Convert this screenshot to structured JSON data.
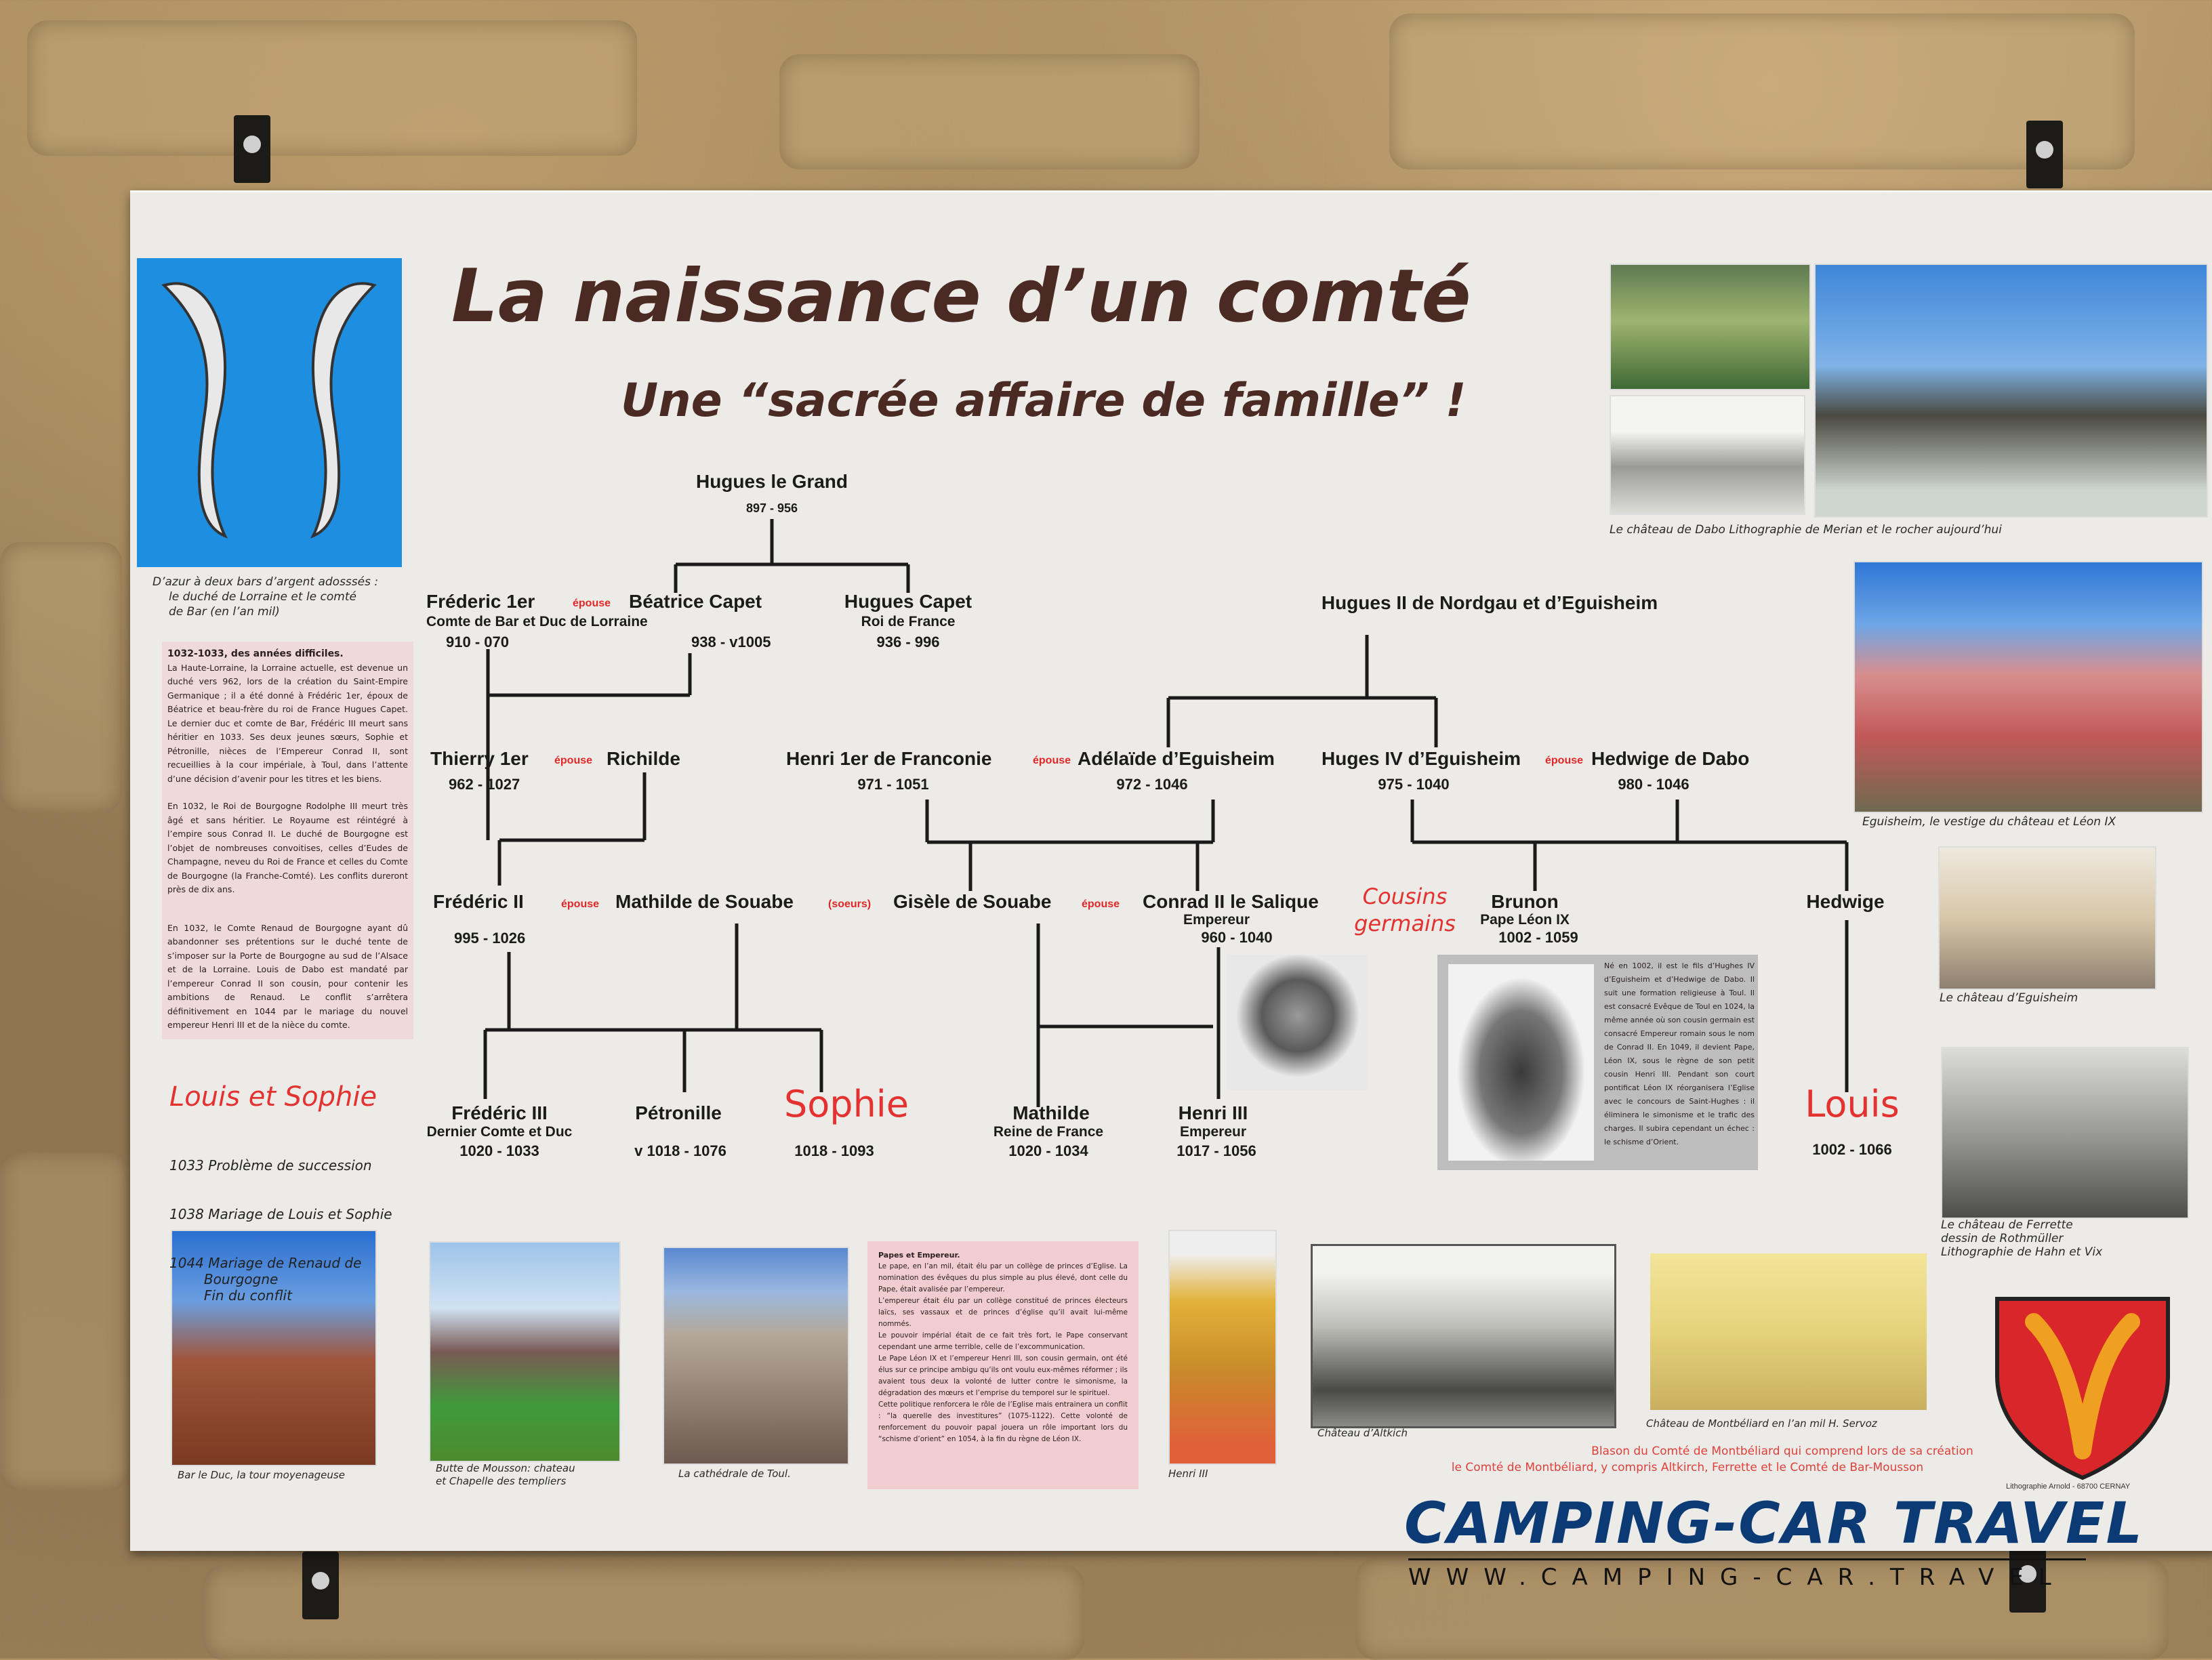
{
  "title": "La naissance d’un comté",
  "subtitle": "Une “sacrée  affaire  de famille” !",
  "blason_left_caption": [
    "D’azur à deux bars d’argent adosssés :",
    "le duché de Lorraine et le comté",
    "de Bar  (en l’an mil)"
  ],
  "box_difficult_years": {
    "heading": "1032-1033, des années difficiles.",
    "paragraphs": [
      "La Haute-Lorraine, la Lorraine actuelle, est devenue un duché vers 962, lors de la création du Saint-Empire Germanique ; il a été donné à Frédéric 1er, époux de Béatrice et beau-frère du roi de France Hugues Capet. Le dernier duc et comte de Bar, Frédéric III meurt sans héritier en 1033. Ses deux jeunes sœurs, Sophie et Pétronille, nièces de l’Empereur Conrad II, sont recueillies à la cour impériale, à Toul, dans l’attente d’une décision d’avenir pour les titres et les biens.",
      "En 1032, le Roi de Bourgogne Rodolphe III meurt très âgé et sans héritier. Le Royaume est réintégré à l’empire sous Conrad II. Le duché de Bourgogne est l’objet de nombreuses convoitises, celles d’Eudes de Champagne, neveu du Roi de France et celles du Comte de Bourgogne (la Franche-Comté). Les conflits dureront près de dix ans.",
      "En 1032, le Comte Renaud de Bourgogne ayant dû abandonner ses prétentions sur le duché tente de s’imposer sur la Porte de Bourgogne au sud de l’Alsace et de la Lorraine. Louis de Dabo est mandaté par l’empereur Conrad II son cousin, pour contenir les ambitions de Renaud. Le conflit s’arrêtera définitivement en 1044 par le mariage du nouvel empereur Henri III et de la nièce du comte."
    ]
  },
  "louis_sophie": {
    "heading": "Louis et Sophie",
    "items": [
      "1033 Problème de succession",
      "1038 Mariage de Louis et Sophie",
      "1044 Mariage de Renaud de\n        Bourgogne\n        Fin du conflit"
    ]
  },
  "tree": {
    "epouse": "épouse",
    "soeurs": "(soeurs)",
    "cousins": [
      "Cousins",
      "germains"
    ],
    "hugues_grand": {
      "name": "Hugues le Grand",
      "dates": "897 - 956"
    },
    "frederic1": {
      "name": "Fréderic 1er",
      "title": "Comte de Bar et Duc de Lorraine",
      "dates": "910 - 070"
    },
    "beatrice": {
      "name": "Béatrice Capet",
      "dates": "938 - v1005"
    },
    "hugues_capet": {
      "name": "Hugues Capet",
      "title": "Roi de France",
      "dates": "936 - 996"
    },
    "hugues2": {
      "name": "Hugues II de Nordgau et d’Eguisheim"
    },
    "thierry": {
      "name": "Thierry 1er",
      "dates": "962 - 1027"
    },
    "richilde": {
      "name": "Richilde"
    },
    "henri1": {
      "name": "Henri 1er de Franconie",
      "dates": "971 - 1051"
    },
    "adelaide": {
      "name": "Adélaïde d’Eguisheim",
      "dates": "972 - 1046"
    },
    "huges4": {
      "name": "Huges IV d’Eguisheim",
      "dates": "975 - 1040"
    },
    "hedwige_dabo": {
      "name": "Hedwige de Dabo",
      "dates": "980 - 1046"
    },
    "frederic2": {
      "name": "Frédéric II",
      "dates": "995 - 1026"
    },
    "mathilde_souabe": {
      "name": "Mathilde de Souabe"
    },
    "gisele": {
      "name": "Gisèle de Souabe"
    },
    "conrad2": {
      "name": "Conrad II le Salique",
      "title": "Empereur",
      "dates": "960 - 1040"
    },
    "brunon": {
      "name": "Brunon",
      "title": "Pape Léon IX",
      "dates": "1002 - 1059"
    },
    "hedwige": {
      "name": "Hedwige"
    },
    "frederic3": {
      "name": "Frédéric III",
      "title": "Dernier Comte et Duc",
      "dates": "1020 - 1033"
    },
    "petronille": {
      "name": "Pétronille",
      "dates": "v 1018 - 1076"
    },
    "sophie": {
      "name": "Sophie",
      "dates": "1018 - 1093"
    },
    "mathilde": {
      "name": "Mathilde",
      "title": "Reine de France",
      "dates": "1020 - 1034"
    },
    "henri3": {
      "name": "Henri III",
      "title": "Empereur",
      "dates": "1017 - 1056"
    },
    "louis": {
      "name": "Louis",
      "dates": "1002 - 1066"
    }
  },
  "leon_box": "Né en 1002, il est le fils d’Hughes IV d’Eguisheim et d’Hedwige de Dabo. Il suit une formation religieuse à Toul. Il est consacré Evêque de Toul en 1024, la même année où son cousin germain est consacré Empereur romain sous le nom de Conrad II. En 1049, il devient Pape, Léon IX, sous le règne de son petit cousin Henri III. Pendant son court pontificat Léon IX réorganisera l’Eglise avec le concours de Saint-Hughes : il éliminera le simonisme et le trafic des charges. Il subira cependant un échec : le schisme d’Orient.",
  "papes_box": {
    "heading": "Papes et Empereur.",
    "paragraphs": [
      "Le pape, en l’an mil, était élu par un collège de princes d’Eglise. La nomination des évêques du plus simple au plus élevé, dont celle du Pape, était avalisée par l’empereur.",
      "L’empereur était élu par un collège constitué de princes électeurs laïcs, ses vassaux et de princes d’église qu’il avait lui-même nommés.",
      "Le pouvoir impérial était de ce fait très fort, le Pape conservant cependant une arme terrible, celle de l’excommunication.",
      "Le Pape Léon IX et l’empereur Henri III, son cousin germain, ont été élus sur ce principe ambigu qu’ils ont voulu eux-mêmes réformer ; ils avaient tous deux la volonté de lutter contre le simonisme, la dégradation des mœurs et l’emprise du temporel sur le spirituel.",
      "Cette politique renforcera le rôle de l’Eglise mais entrainera un conflit : “la querelle des investitures” (1075-1122). Cette volonté de renforcement du pouvoir papal jouera un rôle important lors du “schisme d’orient” en 1054, à la fin du règne de Léon IX."
    ]
  },
  "captions": {
    "dabo": "Le château de Dabo  Lithographie de Merian et  le rocher aujourd’hui",
    "eguisheim_photo": "Eguisheim, le vestige du château et Léon IX",
    "eguisheim_litho": "Le château d’Eguisheim",
    "ferrette": [
      "Le château de Ferrette",
      "dessin de Rothmüller",
      "Lithographie de Hahn et Vix"
    ],
    "bar_le_duc": "Bar le Duc, la tour moyenageuse",
    "mousson": [
      "Butte de Mousson: chateau",
      "et Chapelle des templiers"
    ],
    "toul": "La cathédrale de Toul.",
    "henri3": "Henri III",
    "altkich": "Château d’Altkich",
    "montbeliard": "Château de Montbéliard en l’an mil   H. Servoz",
    "blason": [
      "Blason du Comté de Montbéliard qui comprend lors de sa création",
      "le Comté de Montbéliard, y compris Altkirch, Ferrette et le Comté de Bar-Mousson"
    ],
    "credit": "Lithographie Arnold - 68700 CERNAY"
  },
  "watermark": {
    "brand": "CAMPING-CAR TRAVEL",
    "url": "WWW.CAMPING-CAR.TRAVEL"
  },
  "colors": {
    "title": "#4a2a22",
    "red": "#e3322f",
    "pink": "#f0d9da",
    "brand": "#0b3a75"
  }
}
